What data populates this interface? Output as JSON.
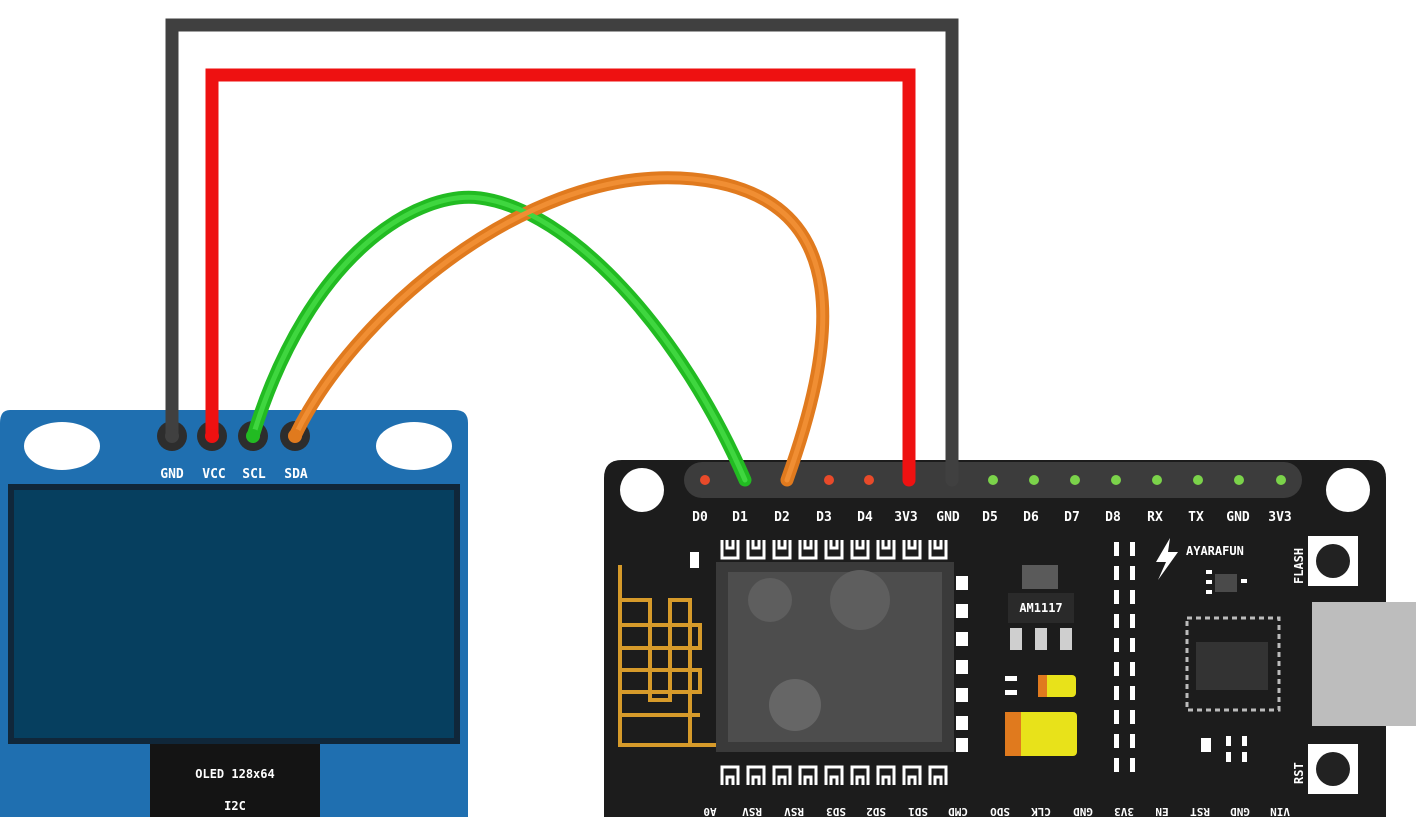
{
  "oled": {
    "pins": [
      "GND",
      "VCC",
      "SCL",
      "SDA"
    ],
    "model_label": "OLED 128x64",
    "interface_label": "I2C"
  },
  "nodemcu": {
    "top_pins": [
      "D0",
      "D1",
      "D2",
      "D3",
      "D4",
      "3V3",
      "GND",
      "D5",
      "D6",
      "D7",
      "D8",
      "RX",
      "TX",
      "GND",
      "3V3"
    ],
    "bottom_pins": [
      "A0",
      "RSV",
      "RSV",
      "SD3",
      "SD2",
      "SD1",
      "CMD",
      "SDO",
      "CLK",
      "GND",
      "3V3",
      "EN",
      "RST",
      "GND",
      "VIN"
    ],
    "regulator_label": "AM1117",
    "brand_label": "AYARAFUN",
    "flash_button_label": "FLASH",
    "reset_button_label": "RST"
  },
  "wires": [
    {
      "from": "OLED GND",
      "to": "NodeMCU GND",
      "color": "#404040"
    },
    {
      "from": "OLED VCC",
      "to": "NodeMCU 3V3",
      "color": "#ee1111"
    },
    {
      "from": "OLED SCL",
      "to": "NodeMCU D1",
      "color": "#22bb22"
    },
    {
      "from": "OLED SDA",
      "to": "NodeMCU D2",
      "color": "#e07a1e"
    }
  ],
  "colors": {
    "oled_board": "#1f6fb0",
    "oled_screen": "#063f5f",
    "mcu_board": "#1c1c1c",
    "pin_red": "#e84a2a",
    "pin_green": "#7bd34a",
    "antenna": "#d69a2a"
  }
}
